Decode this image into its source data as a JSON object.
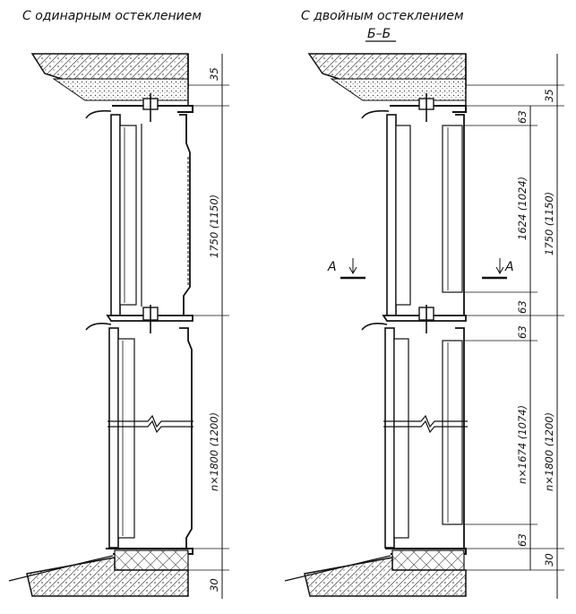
{
  "captions": {
    "single": "С одинарным остеклением",
    "double": "С двойным остеклением",
    "section": "Б–Б"
  },
  "section_marks": {
    "left": "А",
    "right": "А"
  },
  "dimensions": {
    "left": {
      "top_gap": "35",
      "upper_panel": "1750 (1150)",
      "lower_panel": "n×1800 (1200)",
      "bottom_gap": "30"
    },
    "right_inner": {
      "top_63": "63",
      "upper": "1624 (1024)",
      "mid_63_a": "63",
      "mid_63_b": "63",
      "lower": "n×1674 (1074)",
      "bottom_63": "63"
    },
    "right_outer": {
      "top_gap": "35",
      "upper": "1750 (1150)",
      "lower": "n×1800 (1200)",
      "bottom_gap": "30"
    }
  },
  "colors": {
    "ink": "#111111",
    "paper": "#ffffff",
    "hatch": "#555555"
  }
}
